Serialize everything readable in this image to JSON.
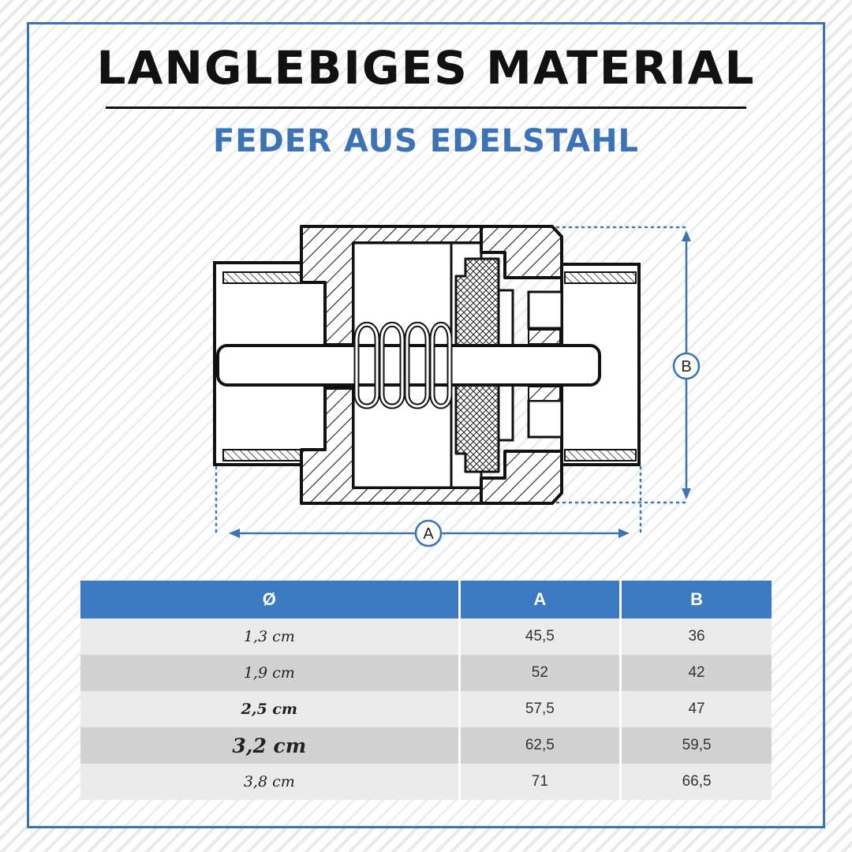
{
  "title": "LANGLEBIGES MATERIAL",
  "subtitle": "FEDER AUS EDELSTAHL",
  "diagram": {
    "dimension_a_label": "A",
    "dimension_b_label": "B"
  },
  "table": {
    "headers": [
      "Ø",
      "A",
      "B"
    ],
    "rows": [
      {
        "diameter": "1,3 cm",
        "a": "45,5",
        "b": "36"
      },
      {
        "diameter": "1,9 cm",
        "a": "52",
        "b": "42"
      },
      {
        "diameter": "2,5 cm",
        "a": "57,5",
        "b": "47"
      },
      {
        "diameter": "3,2 cm",
        "a": "62,5",
        "b": "59,5"
      },
      {
        "diameter": "3,8 cm",
        "a": "71",
        "b": "66,5"
      }
    ]
  },
  "colors": {
    "accent": "#3b73b4",
    "header_fill": "#3b7ac0",
    "text": "#111111"
  }
}
